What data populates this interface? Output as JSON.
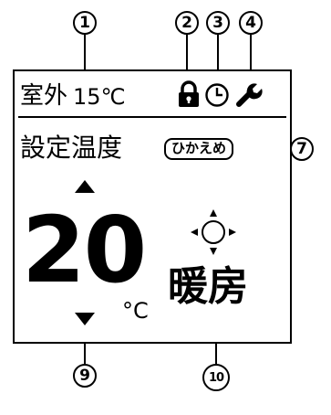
{
  "callouts": {
    "c1": "1",
    "c2": "2",
    "c3": "3",
    "c4": "4",
    "c7": "7",
    "c9": "9",
    "c10": "10"
  },
  "status_bar": {
    "outdoor_label": "室外",
    "outdoor_temp": "15℃",
    "lock_icon": "lock-icon",
    "timer_icon": "clock-icon",
    "maintenance_icon": "wrench-icon"
  },
  "main": {
    "set_temp_label": "設定温度",
    "eco_badge": "ひかえめ",
    "temperature_value": "20",
    "temperature_unit": "°C",
    "mode_label": "暖房",
    "mode_icon": "sun-heating-icon",
    "up_icon": "triangle-up-icon",
    "down_icon": "triangle-down-icon"
  }
}
